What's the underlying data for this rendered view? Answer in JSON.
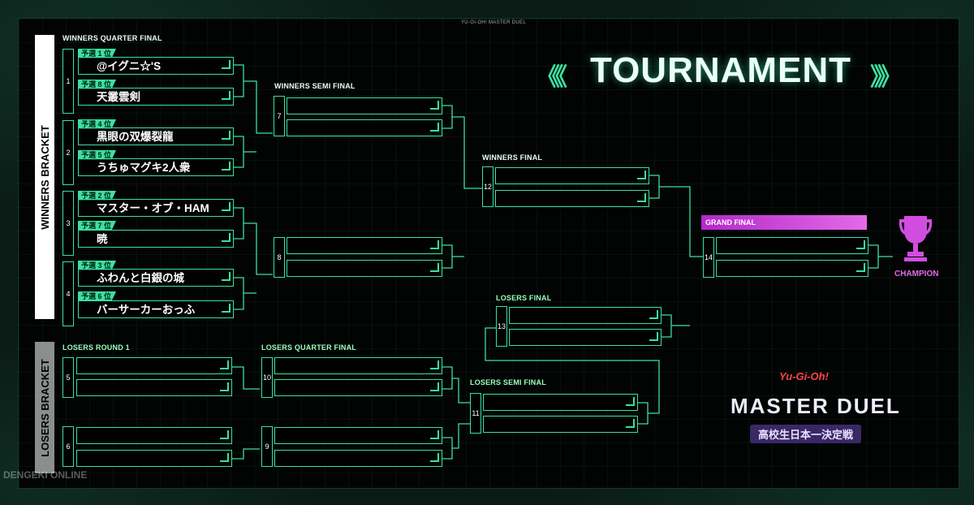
{
  "header": {
    "title": "TOURNAMENT",
    "top_caption": "YU-GI-OH! MASTER DUEL"
  },
  "sections": {
    "winners_bracket": "WINNERS BRACKET",
    "losers_bracket": "LOSERS BRACKET",
    "winners_quarter_final": "WINNERS QUARTER FINAL",
    "winners_semi_final": "WINNERS SEMI FINAL",
    "winners_final": "WINNERS FINAL",
    "grand_final": "GRAND FINAL",
    "losers_round1": "LOSERS ROUND 1",
    "losers_quarter_final": "LOSERS QUARTER FINAL",
    "losers_semi_final": "LOSERS SEMI FINAL",
    "losers_final": "LOSERS FINAL",
    "champion": "CHAMPION"
  },
  "quarter_final_matches": [
    {
      "number": "1",
      "players": [
        {
          "seed": "予選 1 位",
          "name": "@イグニ☆'S"
        },
        {
          "seed": "予選 8 位",
          "name": "天叢雲剣"
        }
      ]
    },
    {
      "number": "2",
      "players": [
        {
          "seed": "予選 4 位",
          "name": "黒眼の双爆裂龍"
        },
        {
          "seed": "予選 5 位",
          "name": "うちゅマグキ2人衆"
        }
      ]
    },
    {
      "number": "3",
      "players": [
        {
          "seed": "予選 2 位",
          "name": "マスター・オブ・HAM"
        },
        {
          "seed": "予選 7 位",
          "name": "暁"
        }
      ]
    },
    {
      "number": "4",
      "players": [
        {
          "seed": "予選 3 位",
          "name": "ふわんと白銀の城"
        },
        {
          "seed": "予選 6 位",
          "name": "バーサーカーおっふ"
        }
      ]
    }
  ],
  "match_numbers": {
    "m5": "5",
    "m6": "6",
    "m7": "7",
    "m8": "8",
    "m9": "9",
    "m10": "10",
    "m11": "11",
    "m12": "12",
    "m13": "13",
    "m14": "14"
  },
  "logo": {
    "brand": "Yu-Gi-Oh!",
    "game": "MASTER DUEL",
    "event": "高校生日本一決定戦"
  },
  "watermark": "DENGEKI ONLINE",
  "colors": {
    "accent": "#3be0a0",
    "grand_final": "#d14de0",
    "background": "#020403"
  }
}
